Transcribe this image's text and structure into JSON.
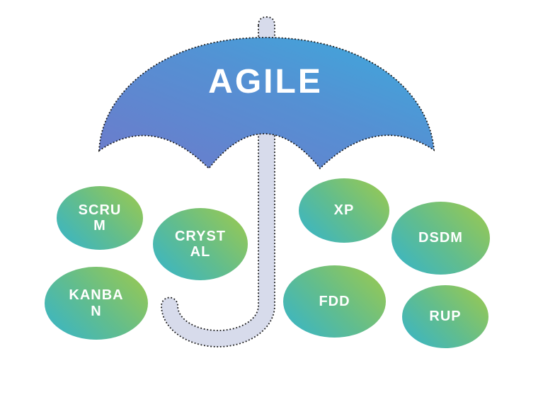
{
  "title": "AGILE",
  "colors": {
    "canopy_gradient_start": "#6d7acb",
    "canopy_gradient_end": "#3cabdc",
    "pole_fill": "#d7dbeb",
    "dotted_outline": "#161616",
    "ellipse_gradient_start": "#35b4cc",
    "ellipse_gradient_end": "#9fca4b",
    "label_text": "#ffffff"
  },
  "methodologies": [
    {
      "id": "scrum",
      "text": "SCRU\nM"
    },
    {
      "id": "crystal",
      "text": "CRYST\nAL"
    },
    {
      "id": "kanban",
      "text": "KANBA\nN"
    },
    {
      "id": "xp",
      "text": "XP"
    },
    {
      "id": "dsdm",
      "text": "DSDM"
    },
    {
      "id": "fdd",
      "text": "FDD"
    },
    {
      "id": "rup",
      "text": "RUP"
    }
  ]
}
